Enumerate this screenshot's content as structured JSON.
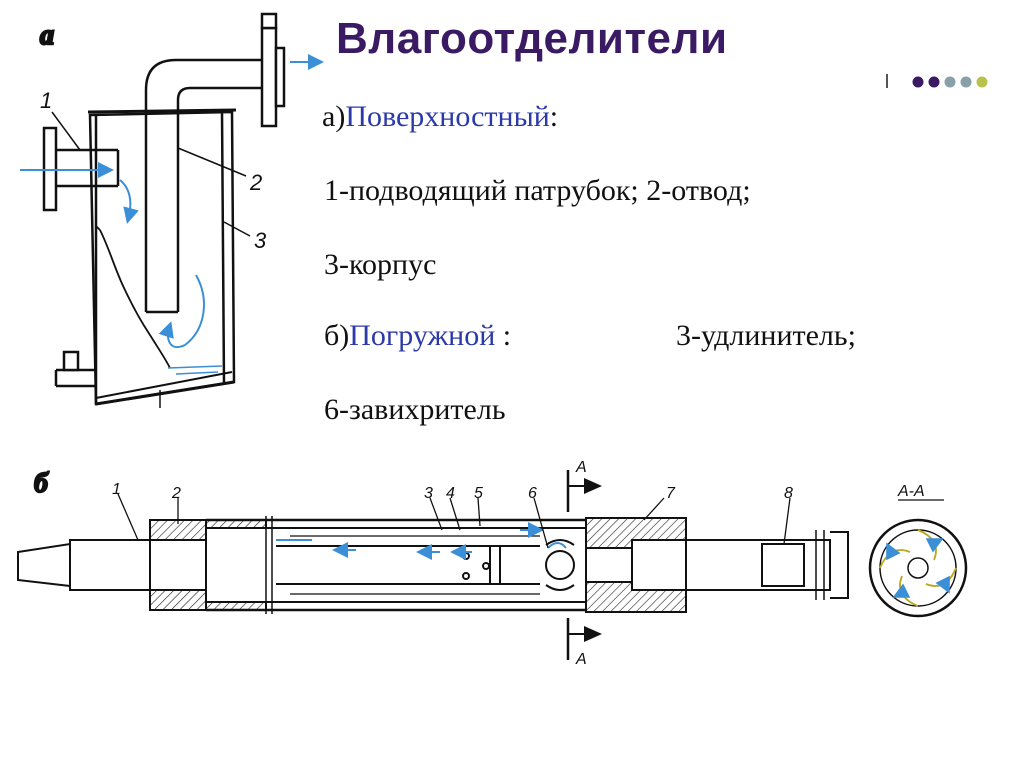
{
  "slide": {
    "title": "Влагоотделители",
    "label_a": "а",
    "label_b": "б",
    "lines": {
      "l1_prefix": "а)",
      "l1_highlight": "Поверхностный",
      "l1_suffix": ":",
      "l2": "1-подводящий патрубок; 2-отвод;",
      "l3": "3-корпус",
      "l4_prefix": "б)",
      "l4_highlight": "Погружной",
      "l4_suffix": " :",
      "l4_right": "3-удлинитель;",
      "l5": "6-завихритель"
    },
    "diagram_a_labels": {
      "n1": "1",
      "n2": "2",
      "n3": "3"
    },
    "diagram_b_labels": {
      "n1": "1",
      "n2": "2",
      "n3": "3",
      "n4": "4",
      "n5": "5",
      "n6": "6",
      "n7": "7",
      "n8": "8",
      "section_top": "А",
      "section_bottom": "А",
      "section_view": "А-А"
    }
  },
  "colors": {
    "title": "#3a1b63",
    "highlight": "#2b3aa8",
    "flow_arrow": "#3b8fd6",
    "dot_purple": "#3a1b63",
    "dot_gray": "#8aa0a8",
    "dot_green": "#b9c24a"
  }
}
